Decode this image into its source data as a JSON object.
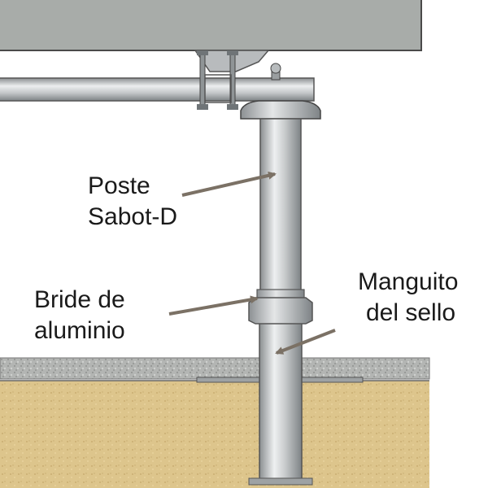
{
  "labels": {
    "post": {
      "line1": "Poste",
      "line2": "Sabot-D"
    },
    "flange": {
      "line1": "Bride de",
      "line2": "aluminio"
    },
    "sleeve": {
      "line1": "Manguito",
      "line2": "del sello"
    }
  },
  "colors": {
    "background": "#ffffff",
    "slab": "#a8aca9",
    "slab_outline": "#4a4a4a",
    "pipe_light": "#e6e8e9",
    "pipe_mid": "#b9bdbf",
    "pipe_dark": "#7d8285",
    "gravel": "#b6b8b6",
    "soil": "#ddc48a",
    "arrow": "#7b7165"
  }
}
